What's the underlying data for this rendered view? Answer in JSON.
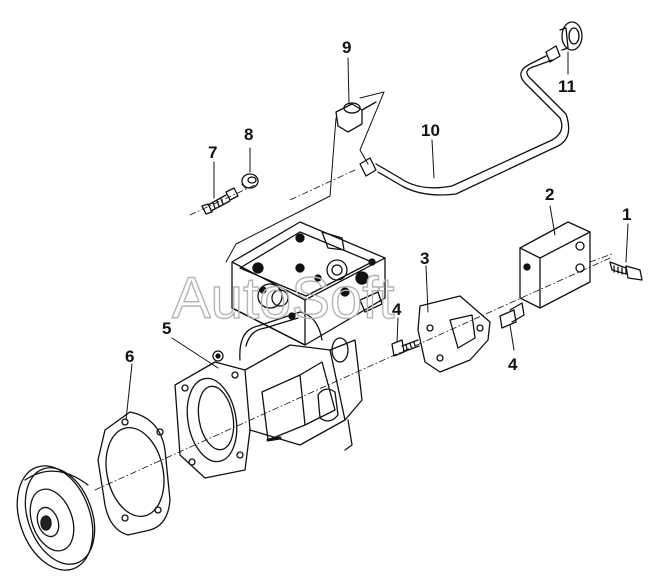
{
  "watermark": "AutoSoft",
  "callouts": [
    {
      "id": "1",
      "text": "1"
    },
    {
      "id": "2",
      "text": "2"
    },
    {
      "id": "3",
      "text": "3"
    },
    {
      "id": "4a",
      "text": "4"
    },
    {
      "id": "4b",
      "text": "4"
    },
    {
      "id": "5",
      "text": "5"
    },
    {
      "id": "6",
      "text": "6"
    },
    {
      "id": "7",
      "text": "7"
    },
    {
      "id": "8",
      "text": "8"
    },
    {
      "id": "9",
      "text": "9"
    },
    {
      "id": "10",
      "text": "10"
    },
    {
      "id": "11",
      "text": "11"
    }
  ]
}
